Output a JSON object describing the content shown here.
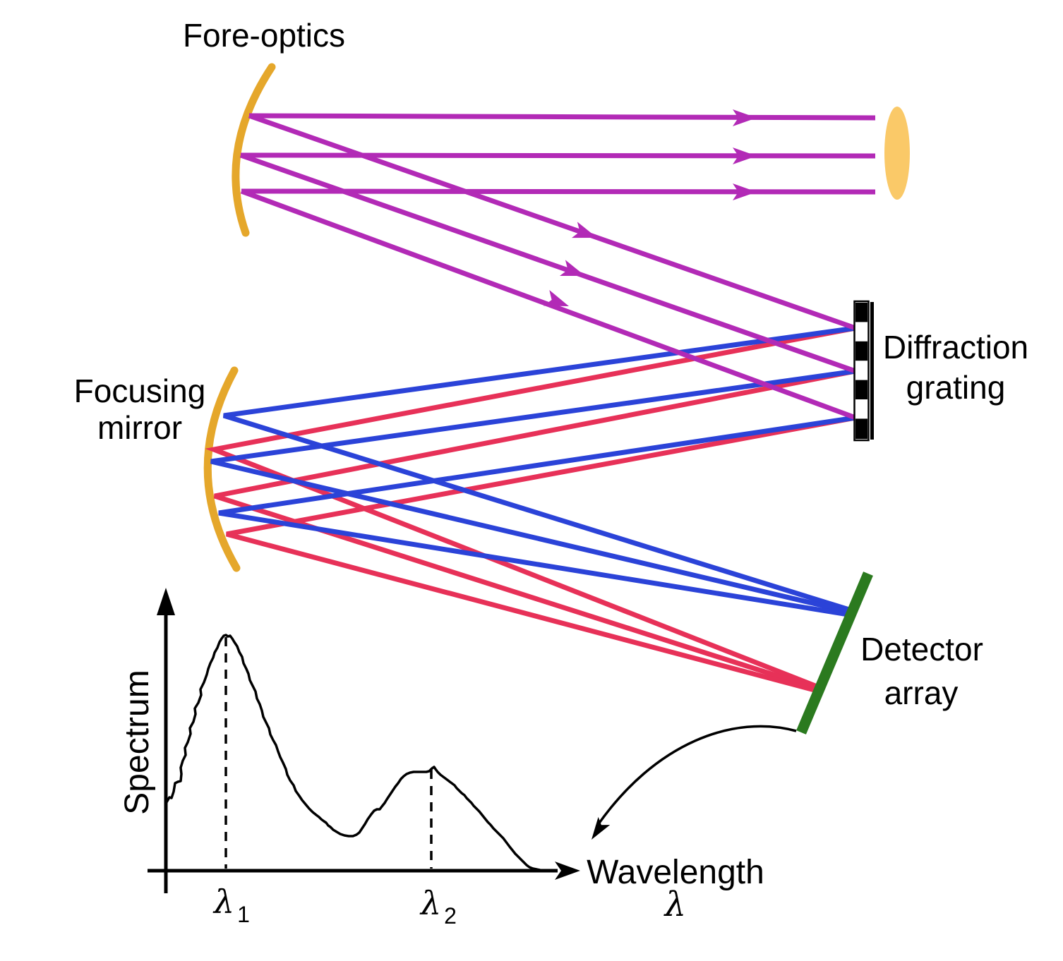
{
  "labels": {
    "fore_optics": "Fore-optics",
    "focusing_mirror_line1": "Focusing",
    "focusing_mirror_line2": "mirror",
    "diffraction_grating_line1": "Diffraction",
    "diffraction_grating_line2": "grating",
    "detector_array_line1": "Detector",
    "detector_array_line2": "array",
    "spectrum_axis": "Spectrum",
    "wavelength_axis": "Wavelength",
    "wavelength_symbol": "λ",
    "peak1": {
      "symbol": "λ",
      "sub": "1"
    },
    "peak2": {
      "symbol": "λ",
      "sub": "2"
    }
  },
  "colors": {
    "incident_ray": "#b22ab6",
    "short_wavelength_ray": "#2b43d8",
    "long_wavelength_ray": "#e73158",
    "mirror": "#e5a72b",
    "source": "#fac968",
    "detector": "#2b7a1f",
    "ink": "#000000"
  },
  "chart_data": {
    "type": "line",
    "title": "",
    "xlabel": "Wavelength λ",
    "ylabel": "Spectrum",
    "x_ticks": [
      "λ1",
      "λ2"
    ],
    "grid": false,
    "legend": "none",
    "series_description": "Hand-drawn noisy spectrum with two peaks: a tall narrow peak centered at λ1 (relative height 1.0) and a broader lower peak centered at λ2 (relative height 0.42), separated by a valley of relative height 0.15; dashed vertical guide lines mark λ1 and λ2.",
    "peaks": [
      {
        "x_label": "λ1",
        "relative_height": 1.0
      },
      {
        "x_label": "λ2",
        "relative_height": 0.42
      }
    ]
  }
}
